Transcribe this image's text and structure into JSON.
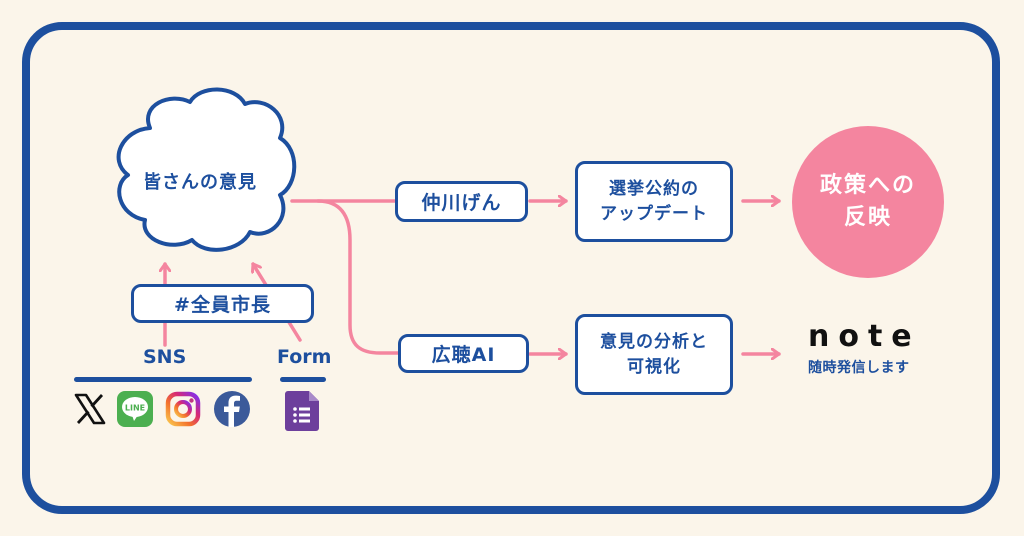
{
  "colors": {
    "background": "#fbf5ea",
    "primary_blue": "#1d4f9e",
    "accent_pink": "#f4859f",
    "line_green": "#4caf50",
    "facebook_blue": "#3b5a9a",
    "forms_purple": "#6d3f9c"
  },
  "cloud": {
    "label": "皆さんの意見"
  },
  "hashtag_box": {
    "label": "#全員市長"
  },
  "sources": {
    "sns": {
      "label": "SNS",
      "icons": [
        "x-logo-icon",
        "line-logo-icon",
        "instagram-logo-icon",
        "facebook-logo-icon"
      ]
    },
    "form": {
      "label": "Form",
      "icons": [
        "google-forms-icon"
      ]
    }
  },
  "flow_top": {
    "actor": "仲川げん",
    "process": [
      "選挙公約の",
      "アップデート"
    ],
    "result": [
      "政策への",
      "反映"
    ]
  },
  "flow_bottom": {
    "actor": "広聴AI",
    "process": [
      "意見の分析と",
      "可視化"
    ],
    "result_logo": "note",
    "result_sub": "随時発信します"
  },
  "icon_text": {
    "line": "LINE"
  }
}
